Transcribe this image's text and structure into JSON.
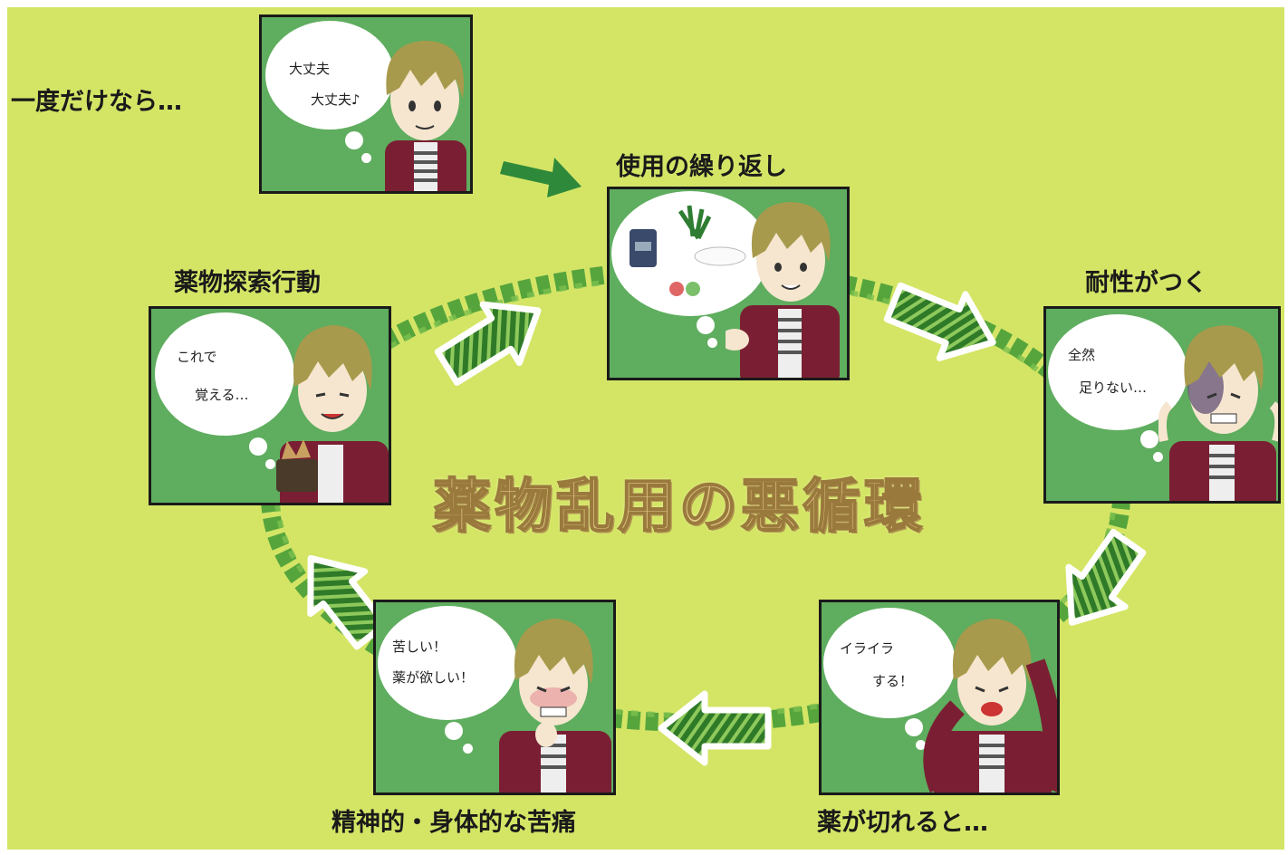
{
  "title": "薬物乱用の悪循環",
  "stages": [
    {
      "caption": "一度だけなら…",
      "bubble_lines": [
        "大丈夫",
        "大丈夫♪"
      ]
    },
    {
      "caption": "使用の繰り返し",
      "bubble_lines": []
    },
    {
      "caption": "耐性がつく",
      "bubble_lines": [
        "全然",
        "足りない…"
      ]
    },
    {
      "caption": "薬が切れると…",
      "bubble_lines": [
        "イライラ",
        "する！"
      ]
    },
    {
      "caption": "精神的・身体的な苦痛",
      "bubble_lines": [
        "苦しい！",
        "薬が欲しい！"
      ]
    },
    {
      "caption": "薬物探索行動",
      "bubble_lines": [
        "これで",
        "覚える…"
      ]
    }
  ],
  "colors": {
    "background": "#d4e566",
    "panel": "#5fad5f",
    "arrow_fill": "#3e8a30",
    "loop_scribble": "#3f9a35",
    "title_fill": "#e4c98a",
    "shirt": "#7a1f33",
    "hair": "#a89a4c"
  },
  "icons": [
    "arrow-icon",
    "character-icon",
    "thought-bubble-icon",
    "drug-items-icon"
  ]
}
